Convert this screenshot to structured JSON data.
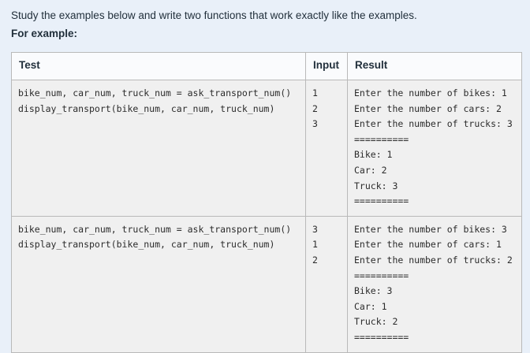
{
  "page": {
    "instruction": "Study the examples below and write two functions that work exactly like the examples.",
    "example_label": "For example:"
  },
  "table": {
    "headers": {
      "test": "Test",
      "input": "Input",
      "result": "Result"
    },
    "rows": [
      {
        "test_lines": [
          "bike_num, car_num, truck_num = ask_transport_num()",
          "display_transport(bike_num, car_num, truck_num)"
        ],
        "input_lines": [
          "1",
          "2",
          "3"
        ],
        "result_lines": [
          "Enter the number of bikes: 1",
          "Enter the number of cars: 2",
          "Enter the number of trucks: 3",
          "==========",
          "Bike: 1",
          "Car: 2",
          "Truck: 3",
          "=========="
        ]
      },
      {
        "test_lines": [
          "bike_num, car_num, truck_num = ask_transport_num()",
          "display_transport(bike_num, car_num, truck_num)"
        ],
        "input_lines": [
          "3",
          "1",
          "2"
        ],
        "result_lines": [
          "Enter the number of bikes: 3",
          "Enter the number of cars: 1",
          "Enter the number of trucks: 2",
          "==========",
          "Bike: 3",
          "Car: 1",
          "Truck: 2",
          "=========="
        ]
      }
    ]
  },
  "colors": {
    "page_background": "#e9f0f9",
    "header_background": "#fafbfd",
    "cell_background": "#f0f0f0",
    "border": "#b9b9b9",
    "heading_text": "#22303c",
    "code_text": "#2b2b2b"
  }
}
